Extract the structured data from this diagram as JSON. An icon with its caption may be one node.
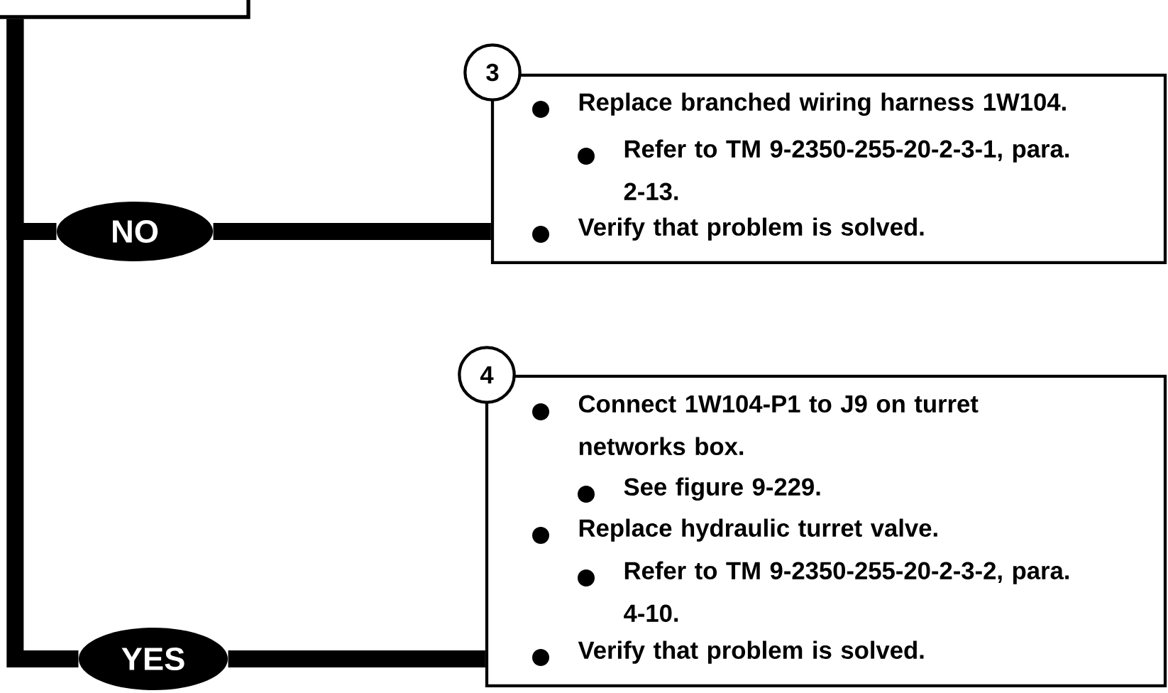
{
  "diagram": {
    "nodes": [
      {
        "text": [],
        "shape": "box"
      },
      {
        "text": [
          "NO"
        ]
      },
      {
        "text": [
          "3",
          "Replace branched wiring harness 1W104.",
          "Refer to TM 9-2350-255-20-2-3-1, para. 2-13.",
          "Verify that problem is solved."
        ]
      },
      {
        "text": [
          "YES"
        ]
      },
      {
        "text": [
          "4",
          "Connect 1W104-P1 to J9 on turret networks box.",
          "See figure 9-229.",
          "Replace hydraulic turret valve.",
          "Refer to TM 9-2350-255-20-2-3-2, para. 4-10.",
          "Verify that problem is solved."
        ]
      }
    ],
    "edges": [
      {
        "from": 0,
        "to": 1,
        "arrow": "none"
      },
      {
        "from": 1,
        "to": 2,
        "arrow": "none"
      },
      {
        "from": 0,
        "to": 3,
        "arrow": "none"
      },
      {
        "from": 3,
        "to": 4,
        "arrow": "none"
      }
    ]
  }
}
